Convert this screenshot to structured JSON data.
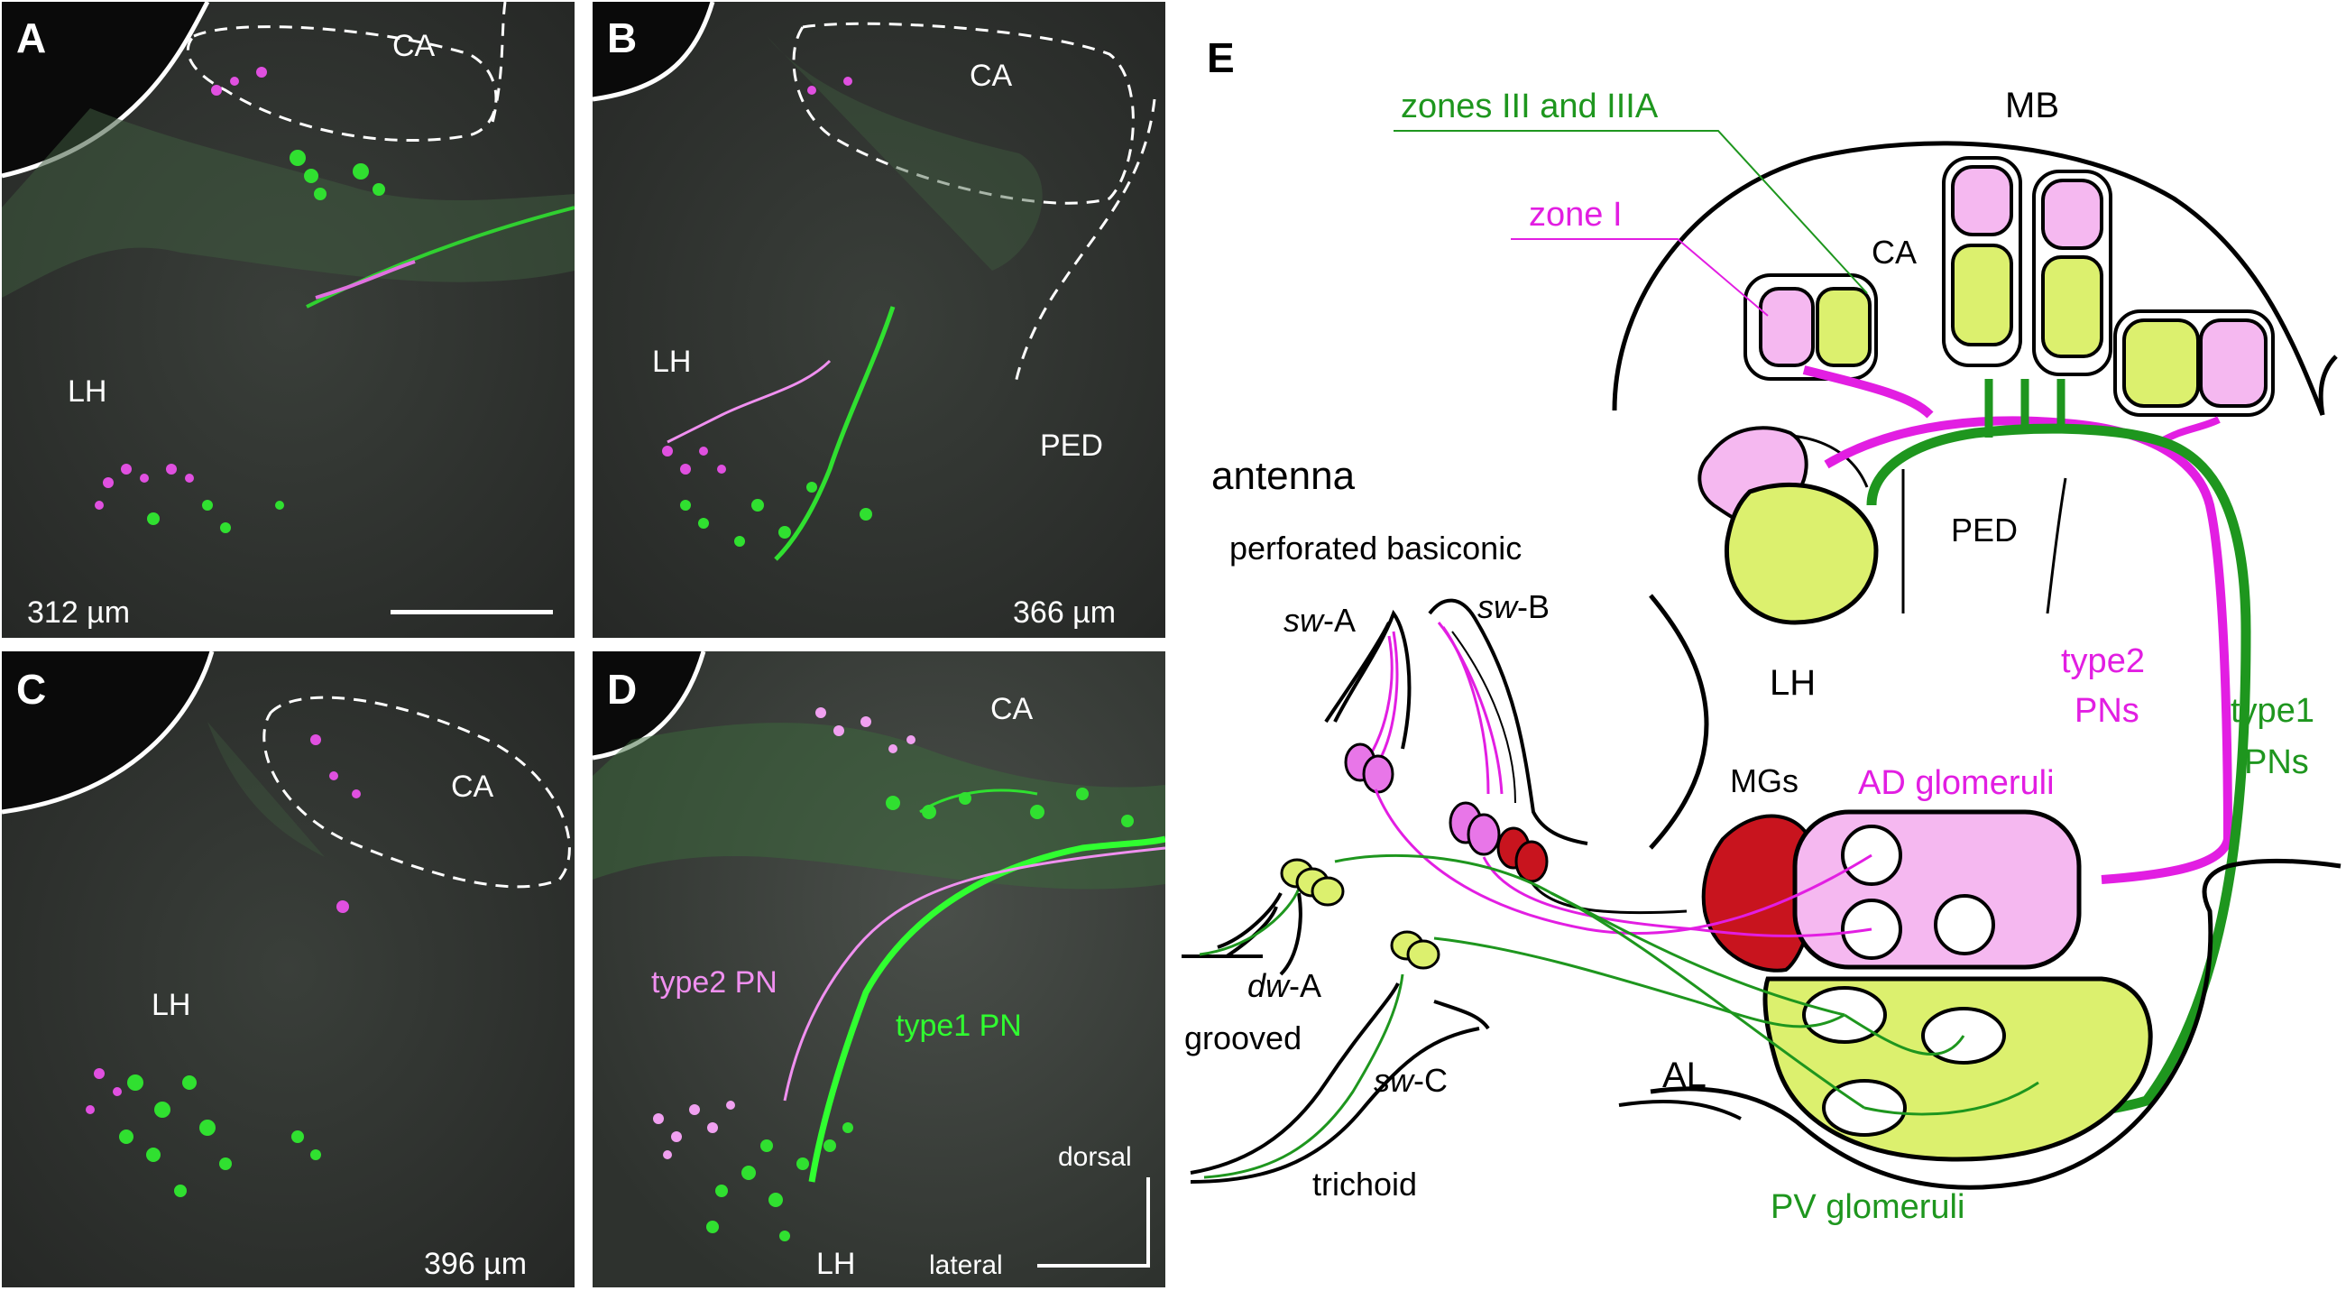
{
  "panels": {
    "A": {
      "label": "A",
      "depth": "312 µm",
      "regions": [
        "CA",
        "LH"
      ]
    },
    "B": {
      "label": "B",
      "depth": "366 µm",
      "regions": [
        "CA",
        "LH",
        "PED"
      ]
    },
    "C": {
      "label": "C",
      "depth": "396 µm",
      "regions": [
        "CA",
        "LH"
      ]
    },
    "D": {
      "label": "D",
      "regions": [
        "CA",
        "LH"
      ],
      "type2": "type2 PN",
      "type1": "type1 PN",
      "axis_v": "dorsal",
      "axis_h": "lateral"
    }
  },
  "schematic": {
    "label": "E",
    "mb": "MB",
    "ca": "CA",
    "ped": "PED",
    "lh": "LH",
    "al": "AL",
    "mgs": "MGs",
    "antenna": "antenna",
    "zone3": "zones III and IIIA",
    "zone1": "zone I",
    "type2_line1": "type2",
    "type2_line2": "PNs",
    "type1_line1": "type1",
    "type1_line2": "PNs",
    "ad": "AD glomeruli",
    "pv": "PV glomeruli",
    "perforated": "perforated basiconic",
    "swA_i": "sw",
    "swA_r": "-A",
    "swB_i": "sw",
    "swB_r": "-B",
    "dwA_i": "dw",
    "dwA_r": "-A",
    "swC_i": "sw",
    "swC_r": "-C",
    "grooved": "grooved",
    "trichoid": "trichoid"
  },
  "colors": {
    "magenta": "#e21ee2",
    "green": "#1e961e",
    "pink_fill": "#f5b8f0",
    "yellow_fill": "#dcf06e",
    "red_fill": "#c8141e"
  }
}
